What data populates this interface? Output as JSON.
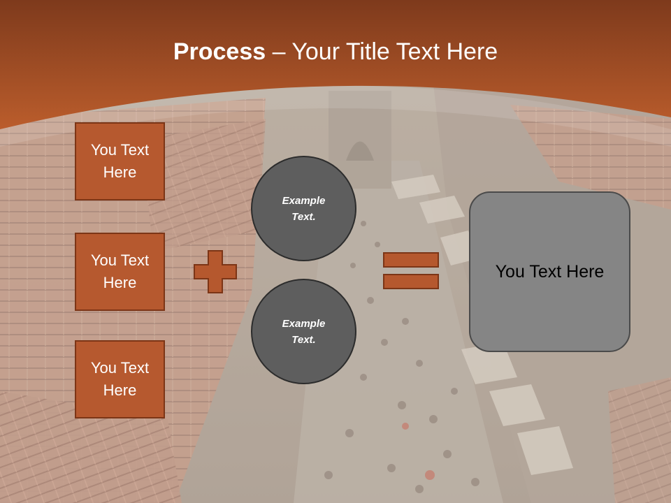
{
  "slide": {
    "title_bold": "Process",
    "title_rest": " – Your Title Text Here",
    "boxes": [
      {
        "label": "You Text Here"
      },
      {
        "label": "You Text Here"
      },
      {
        "label": "You Text Here"
      }
    ],
    "circles": [
      {
        "label": "Example Text."
      },
      {
        "label": "Example Text."
      }
    ],
    "result": {
      "label": "You Text Here"
    },
    "operators": [
      "plus-icon",
      "equals-icon"
    ],
    "colors": {
      "banner": "#b25a2c",
      "box_fill": "#b6592f",
      "box_border": "#7c3516",
      "circle_fill": "#5e5e5e",
      "result_fill": "#858585",
      "operator_fill": "#b5582e"
    }
  }
}
